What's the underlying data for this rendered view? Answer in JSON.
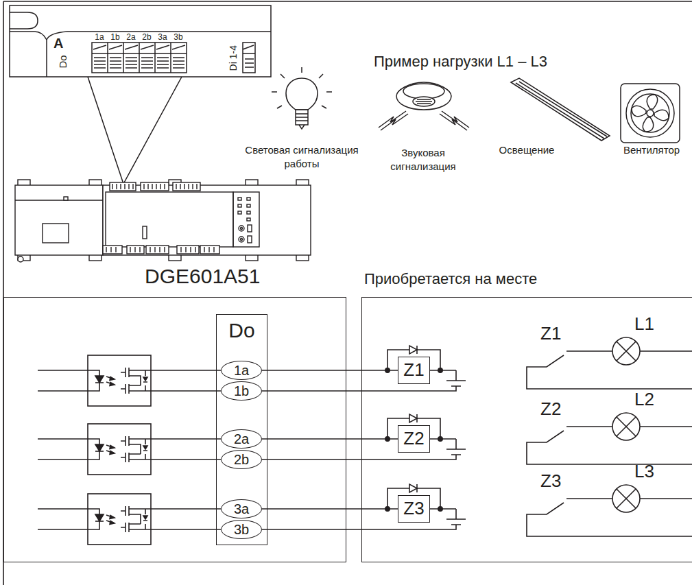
{
  "diagram": {
    "nodes": [
      {
        "text": [
          "DGE601A51"
        ]
      },
      {
        "text": [
          "Do"
        ],
        "in": 0
      },
      {
        "text": [
          "1a"
        ],
        "in": 1
      },
      {
        "text": [
          "1b"
        ],
        "in": 1
      },
      {
        "text": [
          "2a"
        ],
        "in": 1
      },
      {
        "text": [
          "2b"
        ],
        "in": 1
      },
      {
        "text": [
          "3a"
        ],
        "in": 1
      },
      {
        "text": [
          "3b"
        ],
        "in": 1
      },
      {
        "text": [
          "Приобретается на месте"
        ]
      },
      {
        "text": [
          "Z1"
        ],
        "in": 8
      },
      {
        "text": [
          "Z2"
        ],
        "in": 8
      },
      {
        "text": [
          "Z3"
        ],
        "in": 8
      }
    ],
    "edges": [
      {
        "from": 2,
        "to": 9,
        "arrow": "none"
      },
      {
        "from": 4,
        "to": 10,
        "arrow": "none"
      },
      {
        "from": 6,
        "to": 11,
        "arrow": "none"
      }
    ],
    "labels": [
      "A",
      "1a",
      "1b",
      "2a",
      "2b",
      "3a",
      "3b",
      "Do",
      "Di 1-4",
      "Пример нагрузки L1 – L3",
      "Световая сигнализация работы",
      "Звуковая сигнализация",
      "Освещение",
      "Вентилятор",
      "Z1",
      "L1",
      "Z2",
      "L2",
      "Z3",
      "L3"
    ]
  }
}
